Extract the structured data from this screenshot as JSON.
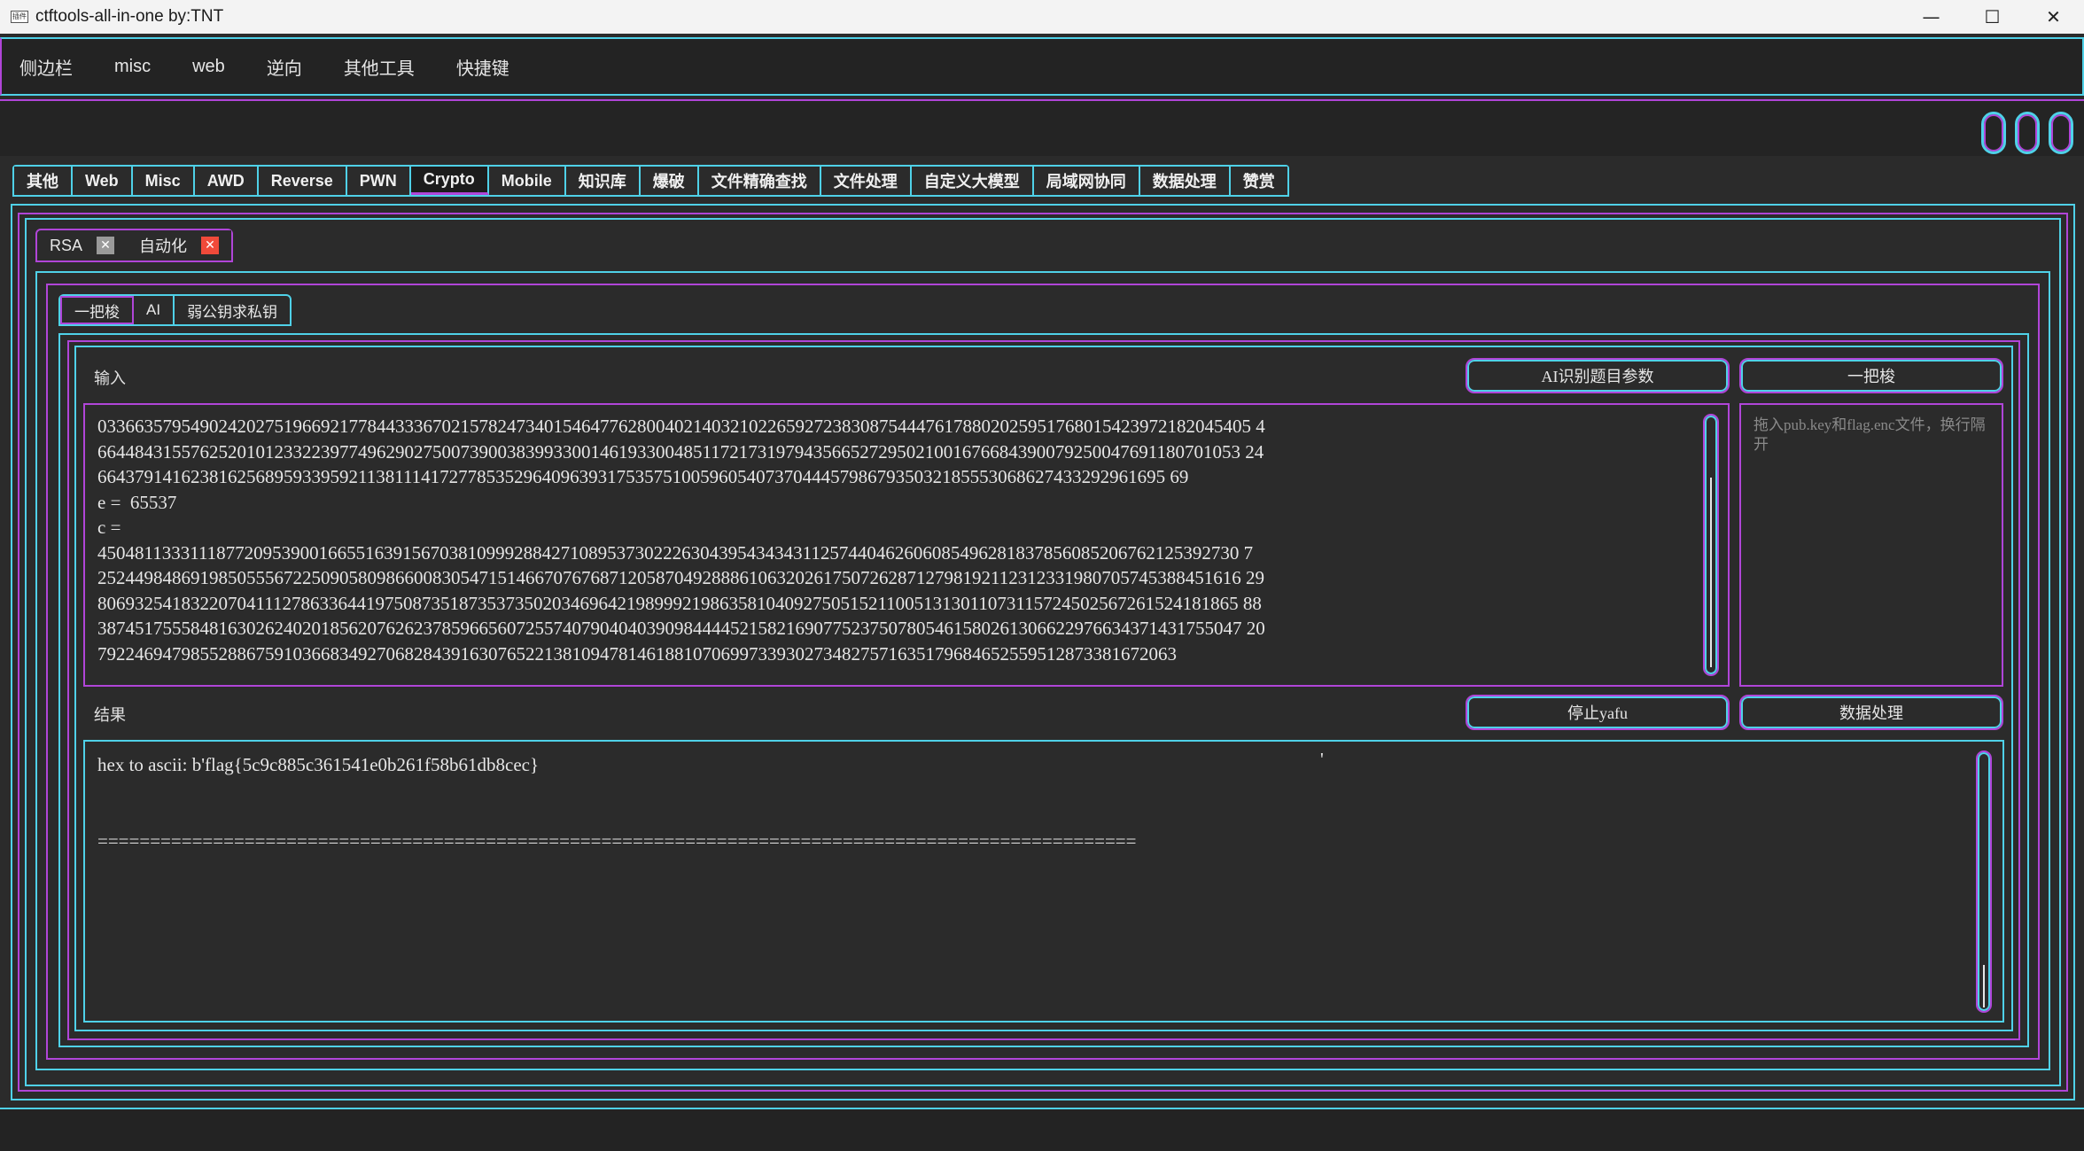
{
  "window": {
    "icon_text": "插件",
    "title": "ctftools-all-in-one   by:TNT",
    "minimize": "—",
    "maximize": "☐",
    "close": "✕"
  },
  "menu": {
    "items": [
      "侧边栏",
      "misc",
      "web",
      "逆向",
      "其他工具",
      "快捷键"
    ]
  },
  "main_tabs": {
    "items": [
      "其他",
      "Web",
      "Misc",
      "AWD",
      "Reverse",
      "PWN",
      "Crypto",
      "Mobile",
      "知识库",
      "爆破",
      "文件精确查找",
      "文件处理",
      "自定义大模型",
      "局域网协同",
      "数据处理",
      "赞赏"
    ],
    "active": "Crypto"
  },
  "crypto_tabs": {
    "items": [
      {
        "label": "RSA",
        "close": "✕"
      },
      {
        "label": "自动化",
        "close": "✕"
      }
    ]
  },
  "auto_tabs": {
    "items": [
      "一把梭",
      "AI",
      "弱公钥求私钥"
    ],
    "active": "一把梭"
  },
  "input_section": {
    "label": "输入",
    "ai_button": "AI识别题目参数",
    "run_button": "一把梭",
    "lines": [
      "0336635795490242027519669217784433367021578247340154647762800402140321022659272383087544476178802025951768015423972182045405 4",
      "664484315576252010123322397749629027500739003839933001461933004851172173197943566527295021001676684390079250047691180701053 24",
      "6643791416238162568959339592113811141727785352964096393175357510059605407370444579867935032185553068627433292961695 69",
      "e =  65537",
      "c =",
      "450481133311187720953900166551639156703810999288427108953730222630439543434311257440462606085496281837856085206762125392730 7",
      "252449848691985055567225090580986600830547151466707676871205870492888610632026175072628712798192112312331980705745388451616 29",
      "806932541832207041112786336441975087351873537350203469642198999219863581040927505152110051313011073115724502567261524181865 88",
      "387451755584816302624020185620762623785966560725574079040403909844445215821690775237507805461580261306622976634371431755047 20",
      "79224694798552886759103668349270682843916307652213810947814618810706997339302734827571635179684652559512873381672063"
    ],
    "side_placeholder": "拖入pub.key和flag.enc文件，换行隔开"
  },
  "result_section": {
    "label": "结果",
    "stop_button": "停止yafu",
    "data_button": "数据处理",
    "line1": "hex to ascii: b'flag{5c9c885c361541e0b261f58b61db8cec}",
    "quote": "'",
    "separator": "==================================================================================================="
  }
}
